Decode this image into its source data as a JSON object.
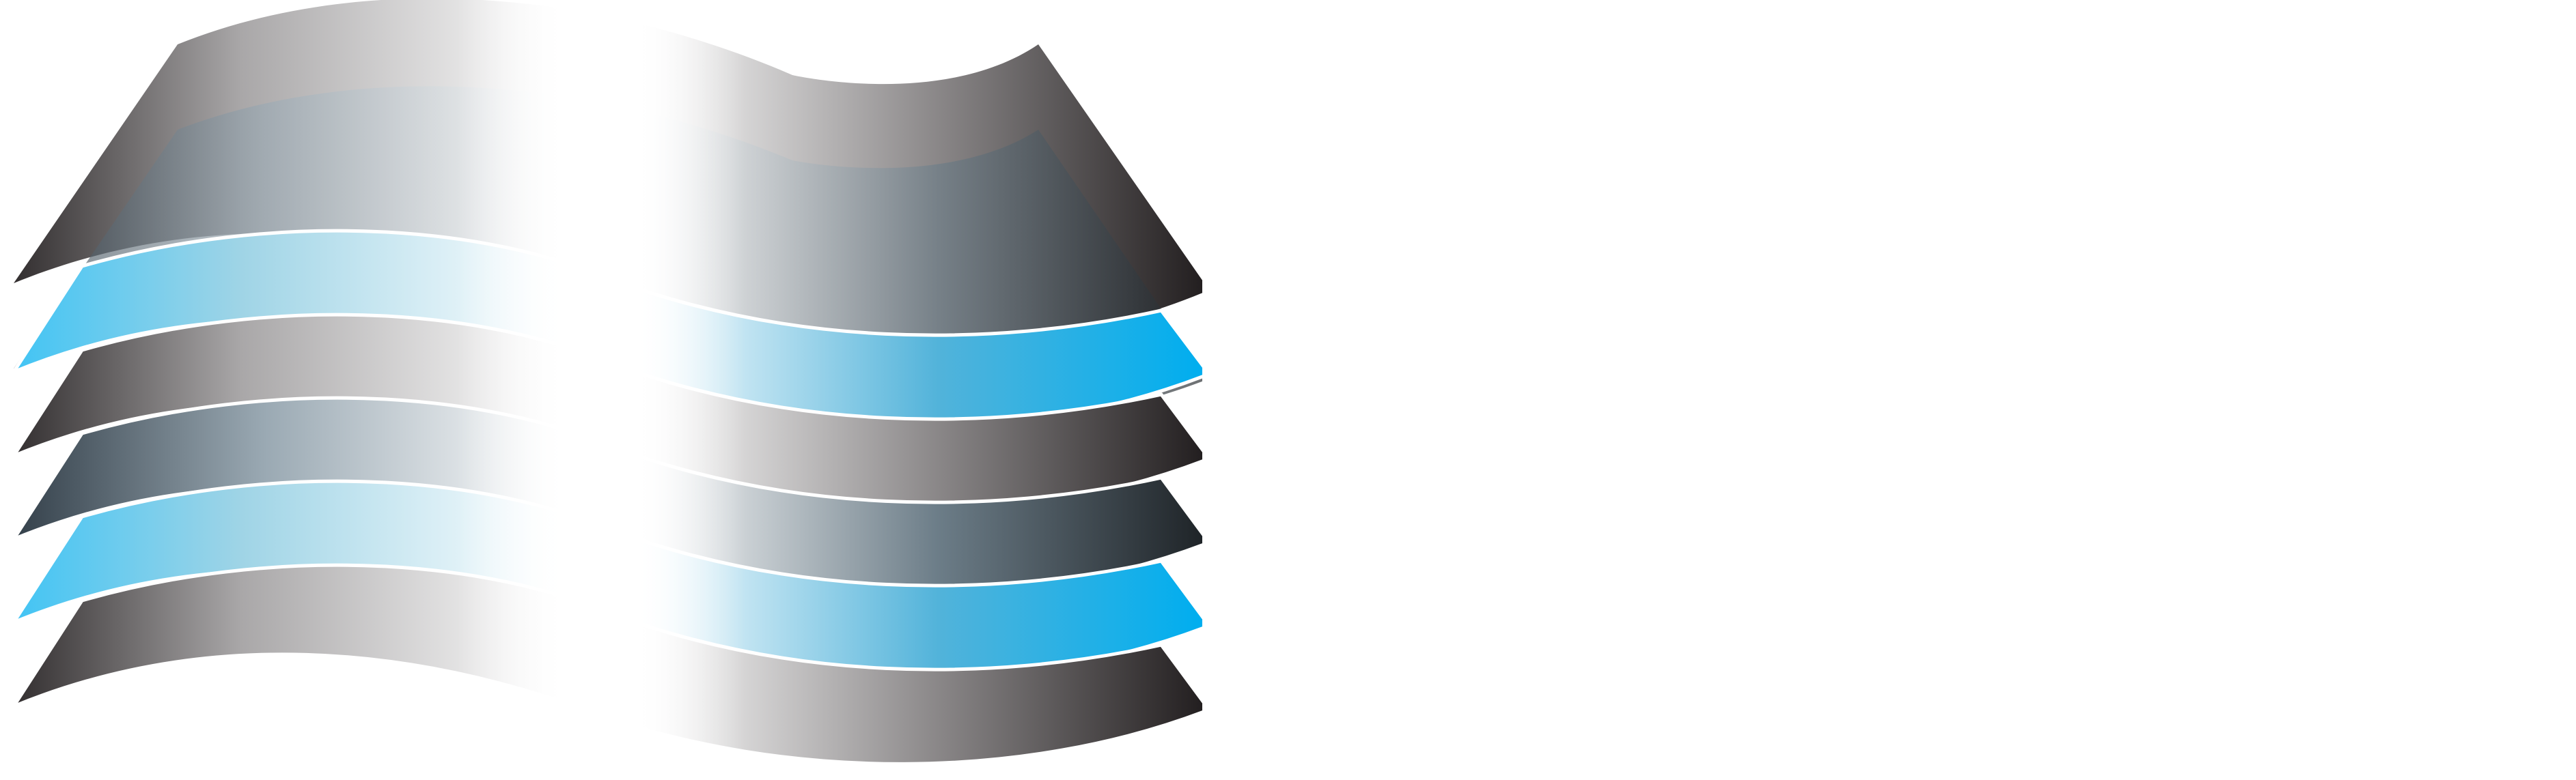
{
  "logo": {
    "icon": "layered-waves-logo-icon",
    "layers": [
      {
        "name": "top-sheet",
        "color": "gray"
      },
      {
        "name": "layer-2",
        "color": "blue"
      },
      {
        "name": "layer-3",
        "color": "gray"
      },
      {
        "name": "layer-4",
        "color": "blue"
      },
      {
        "name": "bottom-layer",
        "color": "gray"
      }
    ],
    "colors": {
      "dark": "#231f20",
      "mid_gray": "#8a8a8a",
      "light": "#ffffff",
      "cyan": "#00aeef",
      "cyan_light": "#4ec9f5",
      "slate": "#2e3a44"
    }
  }
}
